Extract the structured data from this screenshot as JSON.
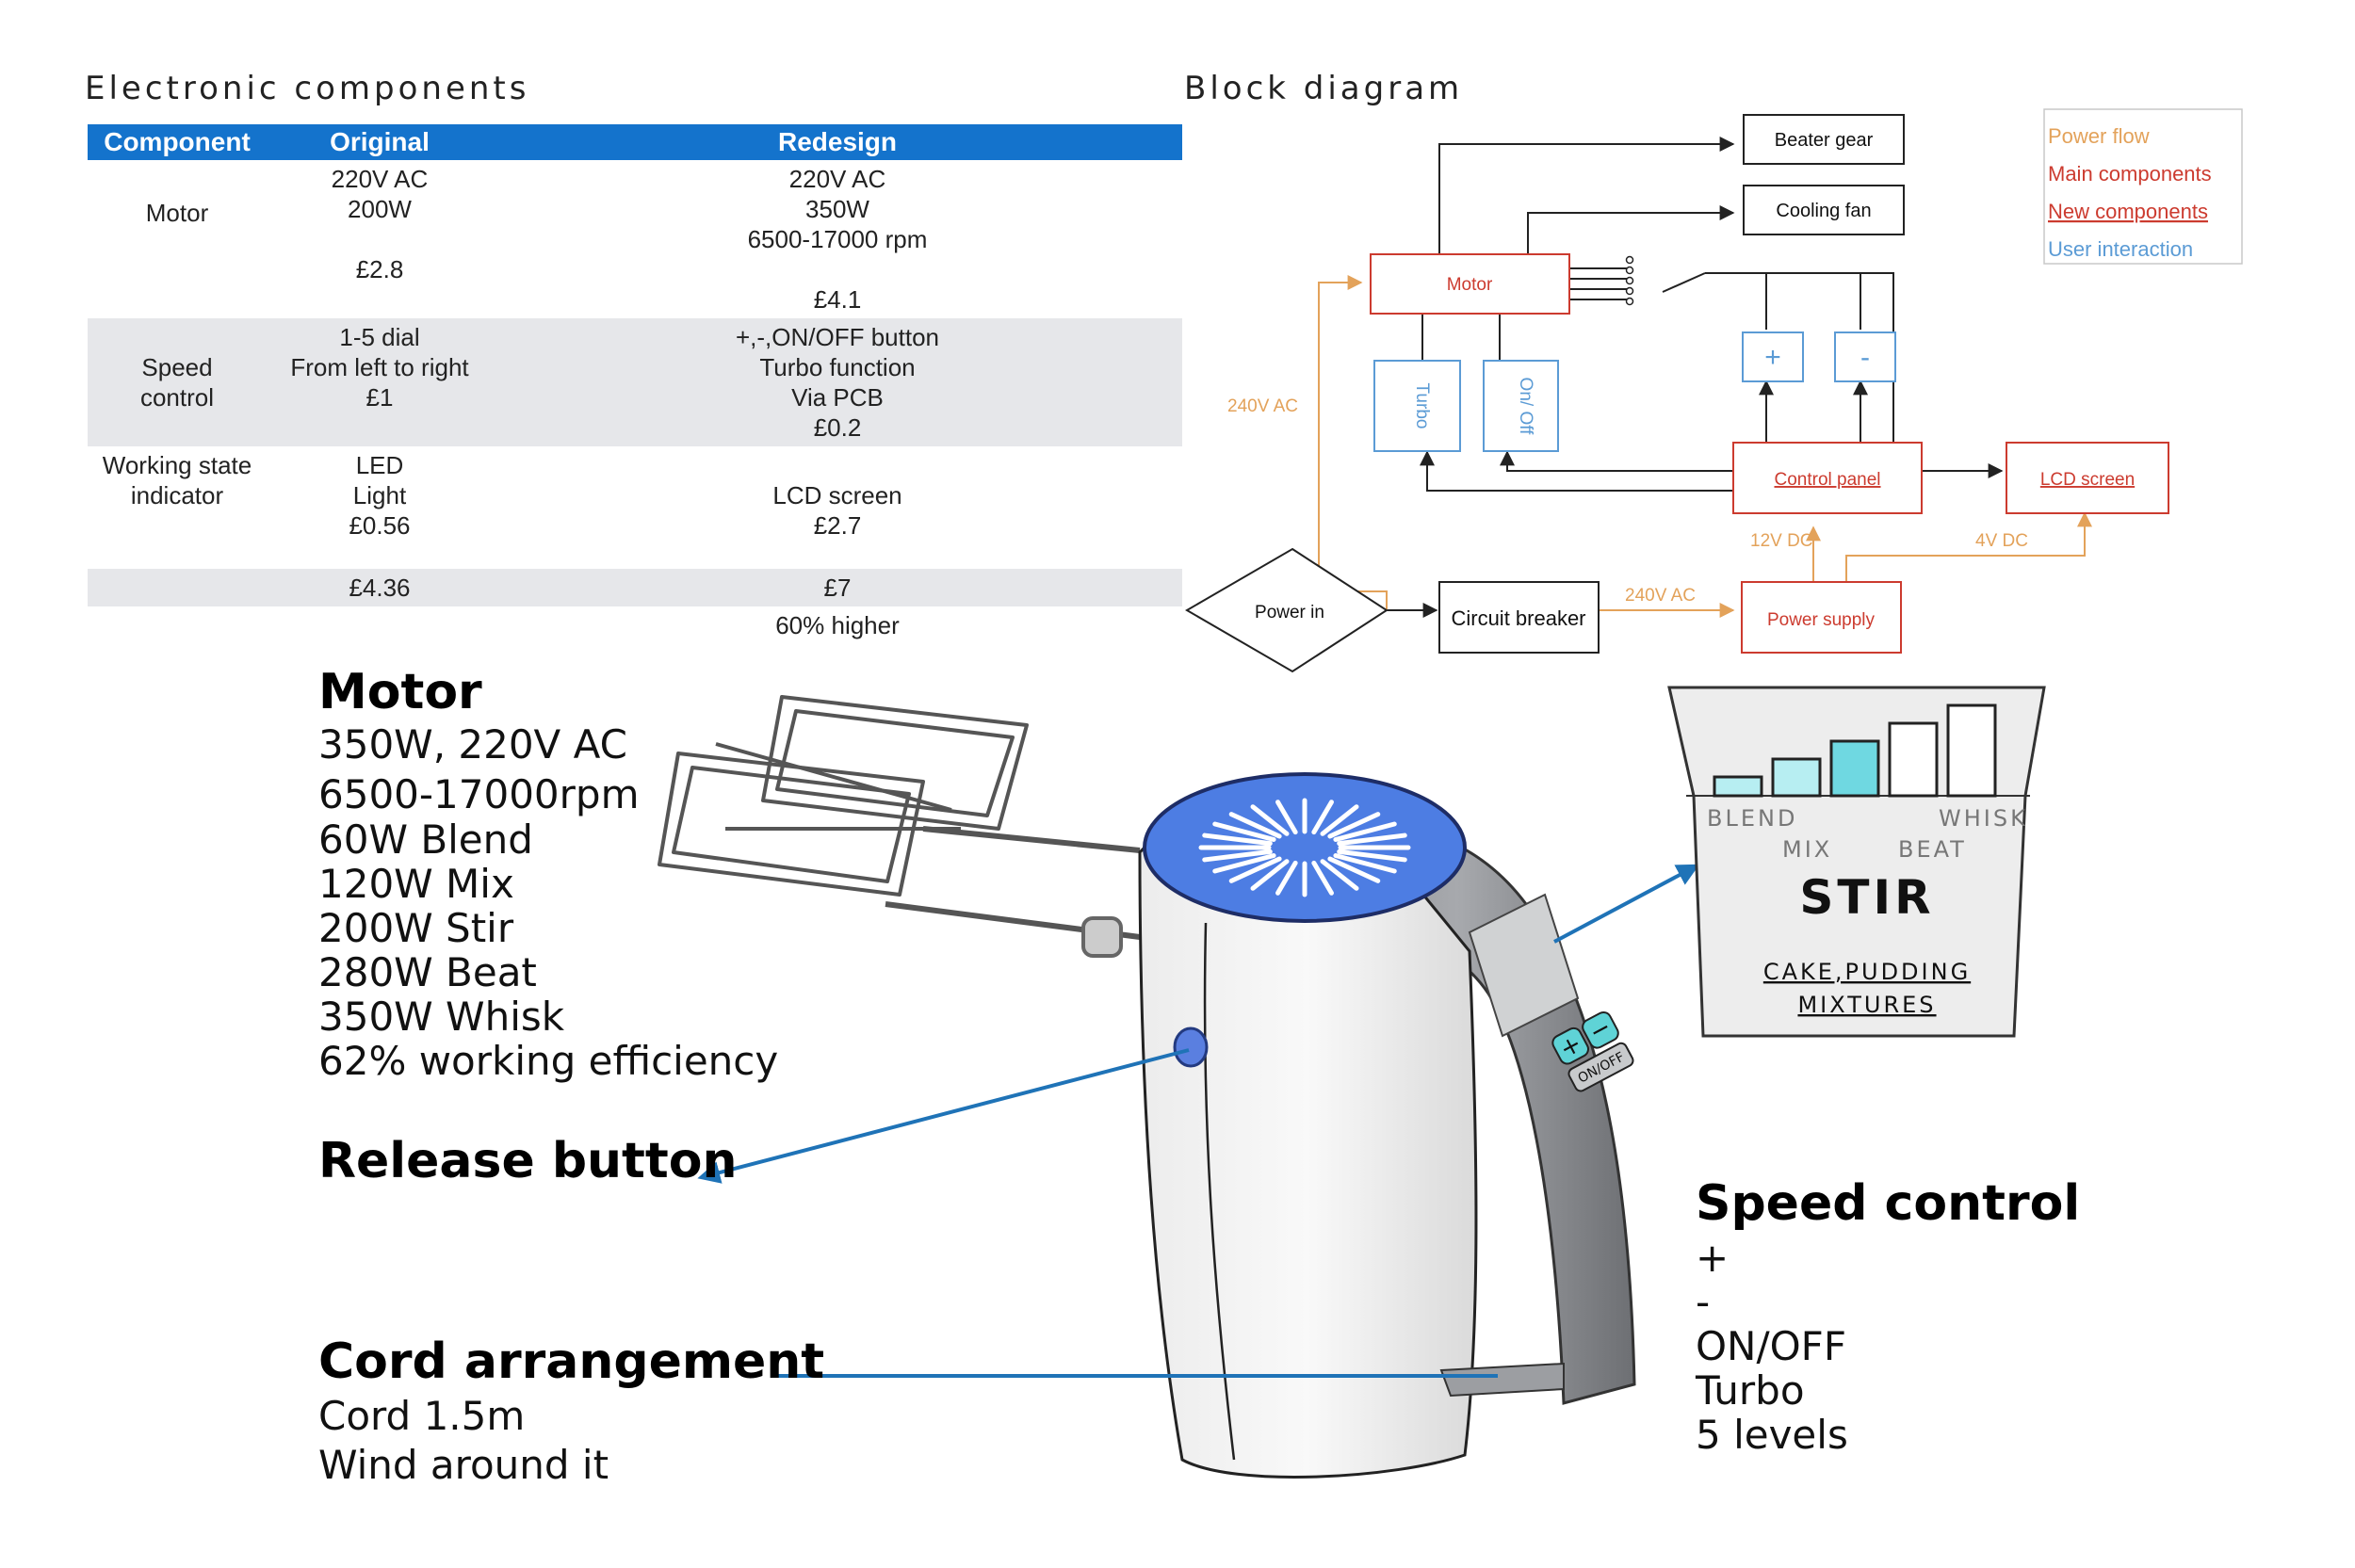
{
  "table": {
    "title": "Electronic components",
    "headers": [
      "Component",
      "Original",
      "Redesign"
    ],
    "rows": [
      {
        "component": "Motor",
        "original": "220V AC\n200W\n\n£2.8",
        "redesign": "220V AC\n350W\n6500-17000 rpm\n\n£4.1",
        "shaded": false
      },
      {
        "component": "Speed\ncontrol",
        "original": "1-5 dial\nFrom left to right\n£1",
        "redesign": "+,-,ON/OFF button\nTurbo function\nVia PCB\n£0.2",
        "shaded": true
      },
      {
        "component": "Working state\nindicator",
        "original": "LED\nLight\n£0.56",
        "redesign": "\nLCD screen\n£2.7",
        "shaded": false
      },
      {
        "component": "",
        "original": "£4.36",
        "redesign": "£7",
        "shaded": true
      },
      {
        "component": "",
        "original": "",
        "redesign": "60% higher",
        "shaded": false
      }
    ]
  },
  "block_diagram": {
    "title": "Block diagram",
    "nodes": {
      "beater_gear": "Beater gear",
      "cooling_fan": "Cooling fan",
      "motor": "Motor",
      "turbo": "Turbo",
      "on_off": "On/ Off",
      "plus": "+",
      "minus": "-",
      "control_panel": "Control panel",
      "lcd_screen": "LCD screen",
      "power_in": "Power in",
      "circuit_breaker": "Circuit breaker",
      "power_supply": "Power supply"
    },
    "edge_labels": {
      "ac_left": "240V AC",
      "ac_bottom": "240V AC",
      "dc12": "12V DC",
      "dc4": "4V DC"
    },
    "legend": [
      "Power flow",
      "Main components",
      "New components",
      "User interaction"
    ],
    "colors": {
      "power_flow": "#e3a25a",
      "main": "#cc3b2f",
      "new": "#cc3b2f",
      "user": "#5b9bd5",
      "neutral": "#222222"
    }
  },
  "features": {
    "motor": {
      "title": "Motor",
      "lines": [
        "350W, 220V AC",
        "6500-17000rpm",
        "60W Blend",
        "120W Mix",
        "200W Stir",
        "280W Beat",
        "350W Whisk",
        "62% working efficiency"
      ]
    },
    "release": {
      "title": "Release button"
    },
    "cord": {
      "title": "Cord arrangement",
      "lines": [
        "Cord 1.5m",
        "Wind around it"
      ]
    },
    "speed": {
      "title": "Speed control",
      "lines": [
        "+",
        "-",
        "ON/OFF",
        "Turbo",
        "5 levels"
      ]
    }
  },
  "screen": {
    "modes_top": [
      "BLEND",
      "WHISK"
    ],
    "modes_mid": [
      "MIX",
      "BEAT"
    ],
    "current": "STIR",
    "caption": [
      "CAKE,PUDDING",
      "MIXTURES"
    ],
    "levels": 5,
    "active_level": 3
  },
  "handle_buttons": {
    "plus": "+",
    "minus": "−",
    "on_off": "ON/OFF"
  }
}
